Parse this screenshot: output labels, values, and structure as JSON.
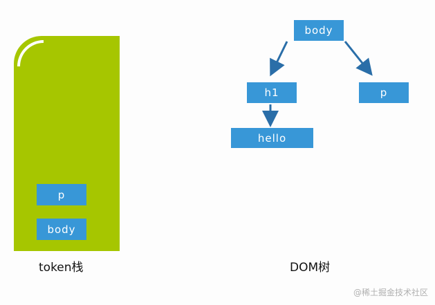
{
  "token_stack": {
    "caption": "token栈",
    "items": [
      {
        "label": "p"
      },
      {
        "label": "body"
      }
    ]
  },
  "dom_tree": {
    "caption": "DOM树",
    "nodes": {
      "body": "body",
      "h1": "h1",
      "p": "p",
      "hello": "hello"
    },
    "edges": [
      {
        "from": "body",
        "to": "h1"
      },
      {
        "from": "body",
        "to": "p"
      },
      {
        "from": "h1",
        "to": "hello"
      }
    ]
  },
  "colors": {
    "stack": "#a6c600",
    "node": "#3897d7",
    "arrow": "#2a6ea8"
  },
  "watermark": "@稀土掘金技术社区"
}
